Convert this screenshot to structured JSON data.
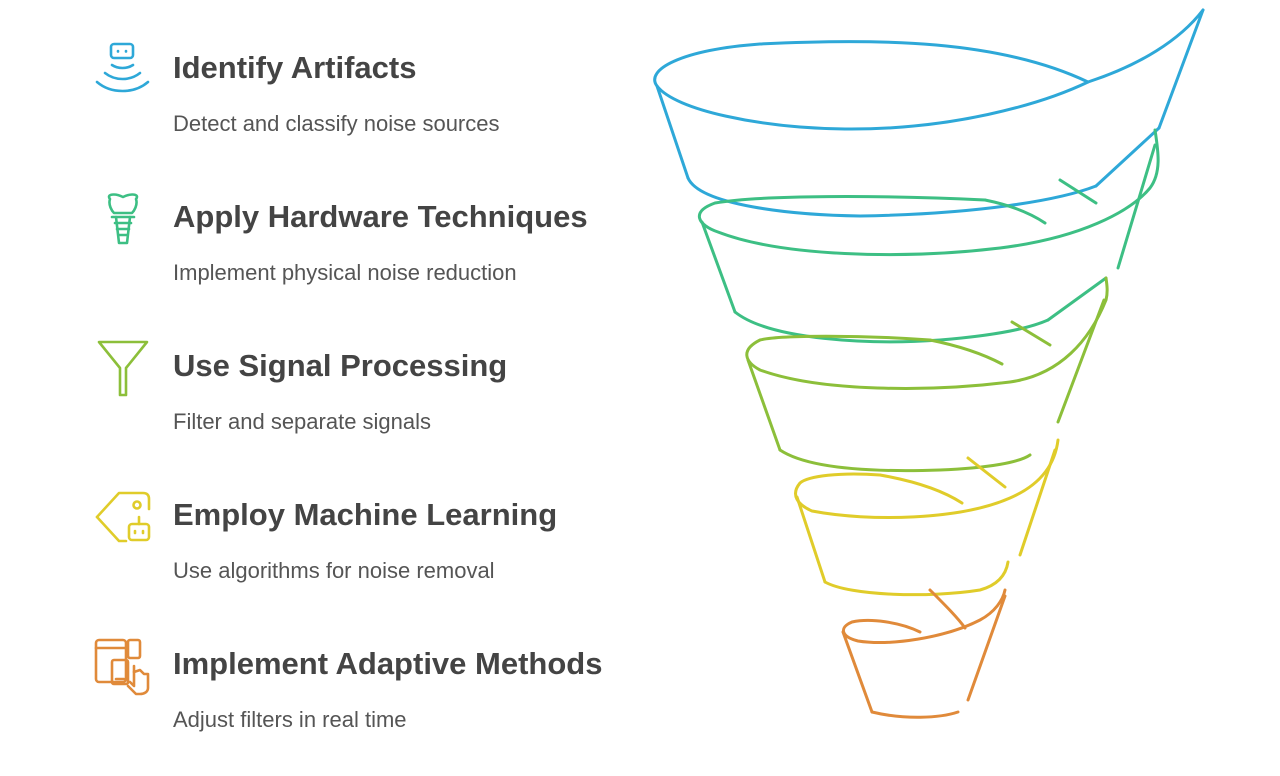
{
  "steps": [
    {
      "title": "Identify Artifacts",
      "description": "Detect and classify noise sources",
      "icon": "robot-signal-icon",
      "color": "#2ea8d8"
    },
    {
      "title": "Apply Hardware Techniques",
      "description": "Implement physical noise reduction",
      "icon": "dental-implant-icon",
      "color": "#3dbf84"
    },
    {
      "title": "Use Signal Processing",
      "description": "Filter and separate signals",
      "icon": "funnel-filter-icon",
      "color": "#8cbf3a"
    },
    {
      "title": "Employ Machine Learning",
      "description": "Use algorithms for noise removal",
      "icon": "robot-tag-icon",
      "color": "#e0cc2a"
    },
    {
      "title": "Implement Adaptive Methods",
      "description": "Adjust filters in real time",
      "icon": "responsive-devices-icon",
      "color": "#e08a3a"
    }
  ]
}
